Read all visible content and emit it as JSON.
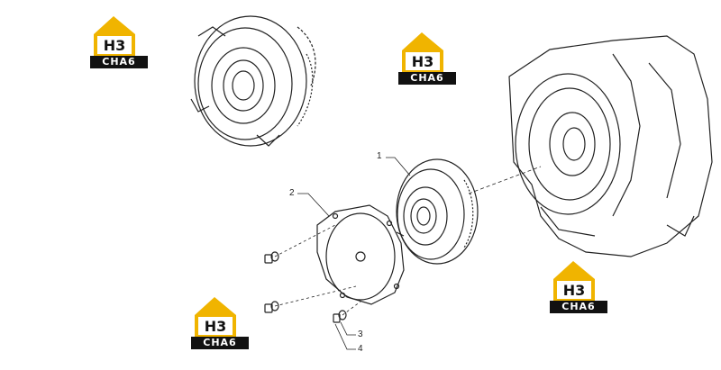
{
  "diagram": {
    "callouts": [
      {
        "id": "1",
        "label": "1"
      },
      {
        "id": "2",
        "label": "2"
      },
      {
        "id": "3",
        "label": "3"
      },
      {
        "id": "4",
        "label": "4"
      }
    ],
    "watermark": {
      "main_text": "H3",
      "sub_text": "CHA6",
      "accent_color": "#f0b400",
      "dark_color": "#111111"
    }
  },
  "colors": {
    "line": "#222222",
    "background": "#ffffff"
  }
}
